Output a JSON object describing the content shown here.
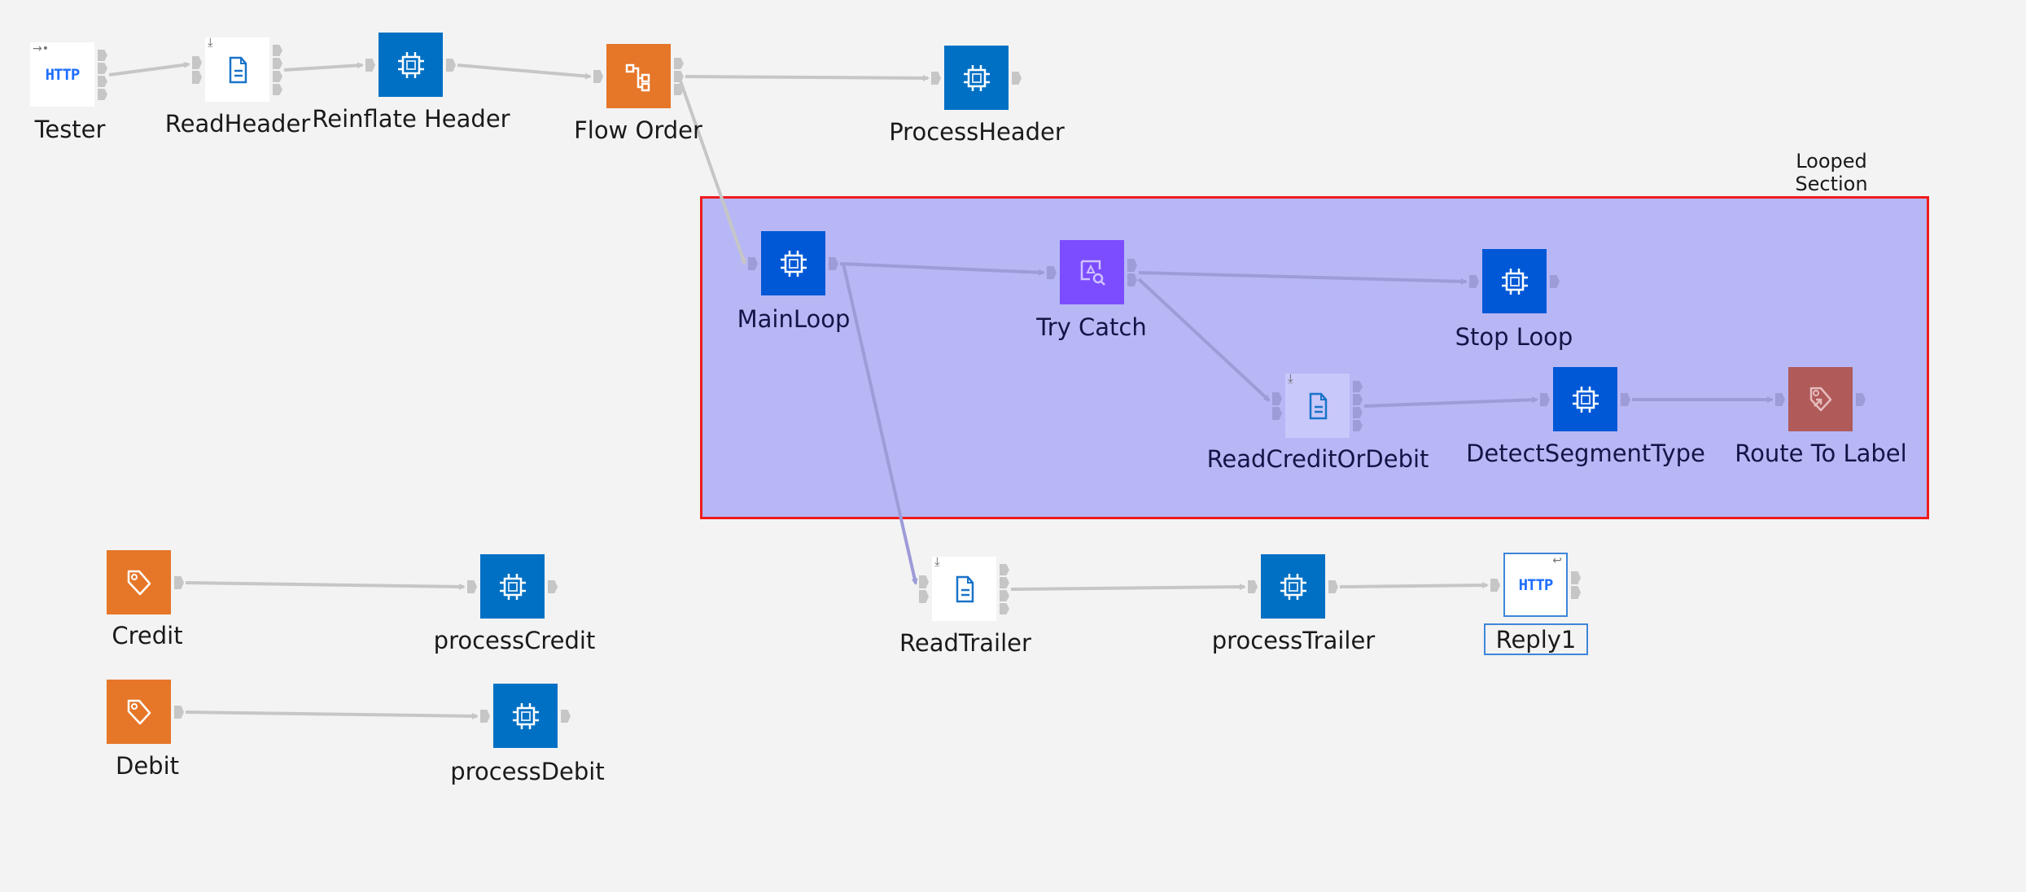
{
  "canvas": {
    "background": "#f3f3f3",
    "group": {
      "label": "Looped Section",
      "fill": "#b7b7f6",
      "border": "#ee1c1c"
    }
  },
  "colors": {
    "compute": "#0070c4",
    "compute_loop": "#0058d6",
    "label_node": "#e67628",
    "flow_order": "#e67628",
    "try_catch": "#7c4dff",
    "route_to_label": "#b05a5a",
    "http_text": "#1f6fff"
  },
  "nodes": [
    {
      "id": "tester",
      "label": "Tester",
      "type": "http-input",
      "icon": "http-icon",
      "in_loop": false
    },
    {
      "id": "readHeader",
      "label": "ReadHeader",
      "type": "file-read",
      "icon": "document-icon",
      "in_loop": false
    },
    {
      "id": "reinflateHeader",
      "label": "Reinflate Header",
      "type": "compute",
      "icon": "chip-icon",
      "in_loop": false
    },
    {
      "id": "flowOrder",
      "label": "Flow Order",
      "type": "flow-order",
      "icon": "hierarchy-icon",
      "in_loop": false
    },
    {
      "id": "processHeader",
      "label": "ProcessHeader",
      "type": "compute",
      "icon": "chip-icon",
      "in_loop": false
    },
    {
      "id": "mainLoop",
      "label": "MainLoop",
      "type": "compute",
      "icon": "chip-icon",
      "in_loop": true
    },
    {
      "id": "tryCatch",
      "label": "Try Catch",
      "type": "try-catch",
      "icon": "inspect-icon",
      "in_loop": true
    },
    {
      "id": "stopLoop",
      "label": "Stop Loop",
      "type": "compute",
      "icon": "chip-icon",
      "in_loop": true
    },
    {
      "id": "readCreditOrDebit",
      "label": "ReadCreditOrDebit",
      "type": "file-read",
      "icon": "document-icon",
      "in_loop": true
    },
    {
      "id": "detectSegmentType",
      "label": "DetectSegmentType",
      "type": "compute",
      "icon": "chip-icon",
      "in_loop": true
    },
    {
      "id": "routeToLabel",
      "label": "Route To Label",
      "type": "route-to-label",
      "icon": "route-tag-icon",
      "in_loop": true
    },
    {
      "id": "credit",
      "label": "Credit",
      "type": "label",
      "icon": "tag-icon",
      "in_loop": false
    },
    {
      "id": "processCredit",
      "label": "processCredit",
      "type": "compute",
      "icon": "chip-icon",
      "in_loop": false
    },
    {
      "id": "debit",
      "label": "Debit",
      "type": "label",
      "icon": "tag-icon",
      "in_loop": false
    },
    {
      "id": "processDebit",
      "label": "processDebit",
      "type": "compute",
      "icon": "chip-icon",
      "in_loop": false
    },
    {
      "id": "readTrailer",
      "label": "ReadTrailer",
      "type": "file-read",
      "icon": "document-icon",
      "in_loop": false
    },
    {
      "id": "processTrailer",
      "label": "processTrailer",
      "type": "compute",
      "icon": "chip-icon",
      "in_loop": false
    },
    {
      "id": "reply1",
      "label": "Reply1",
      "type": "http-reply",
      "icon": "http-icon",
      "in_loop": false,
      "selected": true
    }
  ],
  "http_text": "HTTP",
  "connections": [
    {
      "from": "tester",
      "to": "readHeader"
    },
    {
      "from": "readHeader",
      "to": "reinflateHeader"
    },
    {
      "from": "reinflateHeader",
      "to": "flowOrder"
    },
    {
      "from": "flowOrder",
      "to": "processHeader"
    },
    {
      "from": "flowOrder",
      "to": "mainLoop"
    },
    {
      "from": "mainLoop",
      "to": "tryCatch"
    },
    {
      "from": "mainLoop",
      "to": "readTrailer"
    },
    {
      "from": "tryCatch",
      "to": "stopLoop"
    },
    {
      "from": "tryCatch",
      "to": "readCreditOrDebit"
    },
    {
      "from": "readCreditOrDebit",
      "to": "detectSegmentType"
    },
    {
      "from": "detectSegmentType",
      "to": "routeToLabel"
    },
    {
      "from": "credit",
      "to": "processCredit"
    },
    {
      "from": "debit",
      "to": "processDebit"
    },
    {
      "from": "readTrailer",
      "to": "processTrailer"
    },
    {
      "from": "processTrailer",
      "to": "reply1"
    }
  ]
}
